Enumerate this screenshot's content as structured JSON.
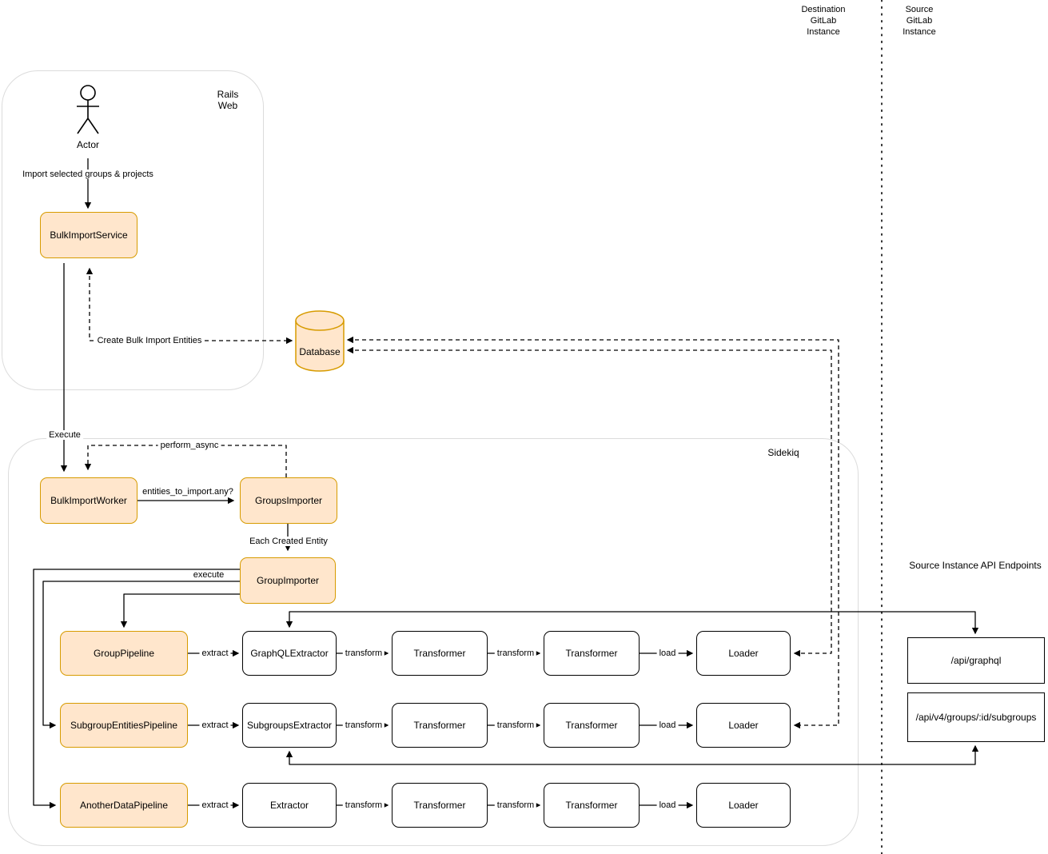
{
  "lanes": {
    "destination": "Destination\nGitLab\nInstance",
    "source": "Source\nGitLab\nInstance"
  },
  "containers": {
    "rails_web": "Rails\nWeb",
    "sidekiq": "Sidekiq"
  },
  "actor": {
    "label": "Actor",
    "action": "Import selected groups & projects"
  },
  "nodes": {
    "bulk_import_service": "BulkImportService",
    "database": "Database",
    "bulk_import_worker": "BulkImportWorker",
    "groups_importer": "GroupsImporter",
    "group_importer": "GroupImporter"
  },
  "edges": {
    "create_entities": "Create Bulk Import Entities",
    "execute": "Execute",
    "perform_async": "perform_async",
    "entities_check": "entities_to_import.any?",
    "each_entity": "Each Created Entity",
    "group_execute": "execute"
  },
  "pipelines": [
    {
      "pipeline": "GroupPipeline",
      "extractor": "GraphQLExtractor",
      "transformer1": "Transformer",
      "transformer2": "Transformer",
      "loader": "Loader",
      "extract": "extract",
      "transform": "transform",
      "load": "load"
    },
    {
      "pipeline": "SubgroupEntitiesPipeline",
      "extractor": "SubgroupsExtractor",
      "transformer1": "Transformer",
      "transformer2": "Transformer",
      "loader": "Loader",
      "extract": "extract",
      "transform": "transform",
      "load": "load"
    },
    {
      "pipeline": "AnotherDataPipeline",
      "extractor": "Extractor",
      "transformer1": "Transformer",
      "transformer2": "Transformer",
      "loader": "Loader",
      "extract": "extract",
      "transform": "transform",
      "load": "load"
    }
  ],
  "api": {
    "title": "Source Instance API Endpoints",
    "graphql_endpoint": "/api/graphql",
    "subgroups_endpoint": "/api/v4/groups/:id/subgroups"
  },
  "colors": {
    "highlight_fill": "#ffe6cc",
    "highlight_stroke": "#d79b00"
  }
}
